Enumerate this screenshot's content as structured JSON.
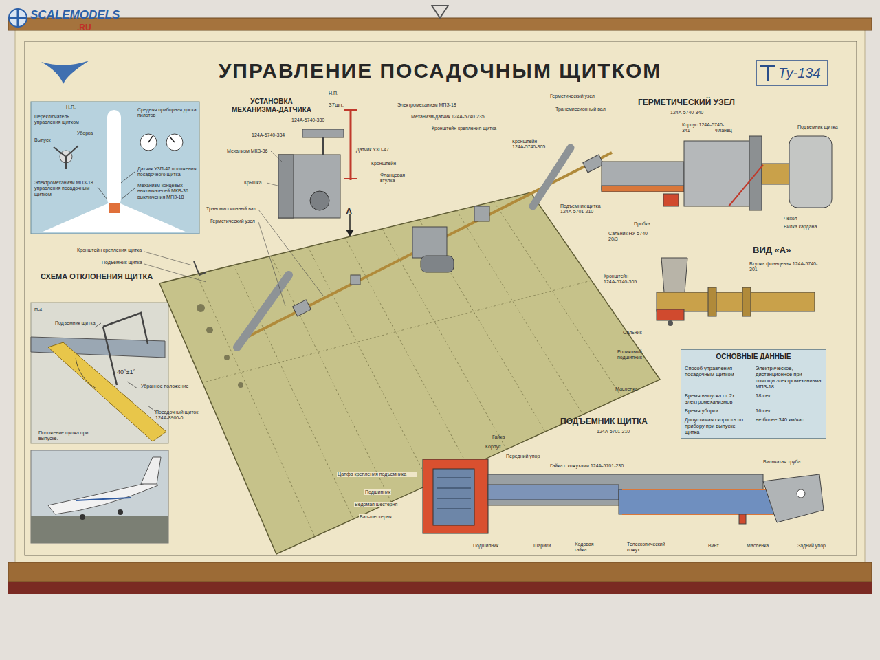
{
  "diagram": {
    "title": "УПРАВЛЕНИЕ ПОСАДОЧНЫМ ЩИТКОМ",
    "nodes": [
      {
        "text": [
          "ОСНОВНЫЕ ДАННЫЕ",
          "Способ управления посадочным щитком",
          "Электрическое, дистанционное при помощи электромеханизма МПЗ-18",
          "Время выпуска от 2х электромеханизмов",
          "18 сек.",
          "Время уборки",
          "16 сек.",
          "Допустимая скорость по прибору при выпуске щитка",
          "не более 340 км/час"
        ]
      }
    ],
    "labels": [
      "SCALEMODELS",
      ".RU",
      "Ту-134",
      "Н.П.",
      "Переключатель управления щитком",
      "Выпуск",
      "Уборка",
      "Средняя приборная доска пилотов",
      "Датчик УЗП-47 положения посадочного щитка",
      "Механизм концевых выключателей МКВ-36 выключения МПЗ-18",
      "Электромеханизм МПЗ-18 управления посадочным щитком",
      "УСТАНОВКА МЕХАНИЗМА-ДАТЧИКА",
      "Н.П.",
      "37шп.",
      "124А-5740-330",
      "124А-5740-334",
      "Механизм МКВ-36",
      "Крышка",
      "Датчик УЗП-47",
      "Кронштейн",
      "Фланцевая втулка",
      "Электромеханизм МПЗ-18",
      "Механизм-датчик 124А-5740 235",
      "Кронштейн крепления щитка",
      "Кронштейн 124А-5740-305",
      "Герметический узел",
      "Трансмиссионный вал",
      "Подъемник щитка 124А-5701-210",
      "А",
      "Трансмиссионный вал",
      "Герметический узел",
      "Кронштейн крепления щитка",
      "Подъемник щитка",
      "СХЕМА ОТКЛОНЕНИЯ ЩИТКА",
      "П-4",
      "Подъемник щитка",
      "40°±1°",
      "Убранное положение",
      "Посадочный щиток 124А-8900-0",
      "Положение щитка при выпуске.",
      "ГЕРМЕТИЧЕСКИЙ УЗЕЛ",
      "124А-5740-340",
      "Корпус 124А-5740-341",
      "Фланец",
      "Подъемник щитка",
      "Пробка",
      "Сальник НУ-5740-20/3",
      "Чехол",
      "Вилка кардана",
      "ВИД «А»",
      "Кронштейн 124А-5740-305",
      "Втулка фланцевая 124А-5740-301",
      "Сальник",
      "Роликовый подшипник",
      "Масленка",
      "ПОДЪЕМНИК ЩИТКА",
      "124А-5701-210",
      "Гайка",
      "Корпус",
      "Передний упор",
      "Гайка с кожухами 124А-5701-230",
      "Вильчатая труба",
      "Цапфа крепления подъемника",
      "Подшипник",
      "Ведомая шестерня",
      "Вал-шестерня",
      "Подшипник",
      "Шарики",
      "Ходовая гайка",
      "Телескопический кожух",
      "Винт",
      "Масленка",
      "Задний упор"
    ]
  }
}
